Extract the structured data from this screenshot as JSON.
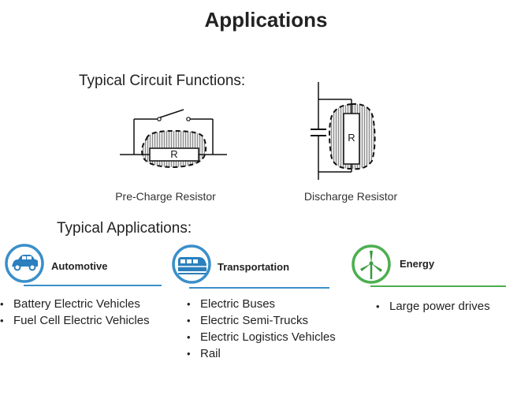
{
  "title": "Applications",
  "circuit_heading": "Typical Circuit Functions:",
  "circuits": [
    {
      "resistor_label": "R",
      "caption": "Pre-Charge Resistor"
    },
    {
      "resistor_label": "R",
      "caption": "Discharge Resistor"
    }
  ],
  "applications_heading": "Typical Applications:",
  "categories": [
    {
      "label": "Automotive",
      "icon": "car-icon",
      "accent": "#3a8fc9",
      "items": [
        "Battery Electric Vehicles",
        "Fuel Cell Electric Vehicles"
      ]
    },
    {
      "label": "Transportation",
      "icon": "train-icon",
      "accent": "#3a8fc9",
      "items": [
        "Electric Buses",
        "Electric Semi-Trucks",
        "Electric Logistics Vehicles",
        "Rail"
      ]
    },
    {
      "label": "Energy",
      "icon": "wind-turbine-icon",
      "accent": "#4caf50",
      "items": [
        "Large power drives"
      ]
    }
  ]
}
